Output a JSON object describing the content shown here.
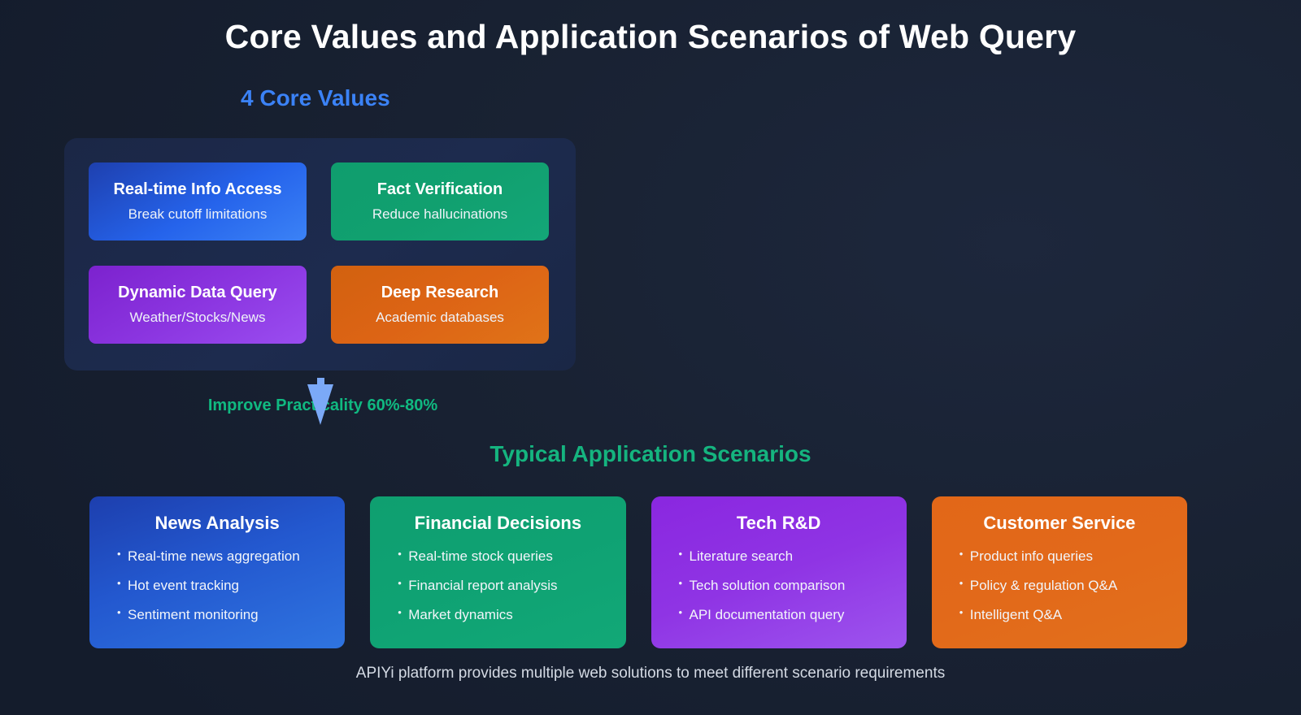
{
  "page": {
    "title": "Core Values and Application Scenarios of Web Query",
    "background_color": "#192233",
    "footer_note": "APIYi platform provides multiple web solutions to meet different scenario requirements"
  },
  "core_values_section": {
    "label": "4 Core Values",
    "label_color": "#3b82f6",
    "panel_color": "#1c2a4c",
    "cards": [
      {
        "title": "Real-time Info Access",
        "subtitle": "Break cutoff limitations",
        "color": "#2563eb",
        "theme": "blue"
      },
      {
        "title": "Fact Verification",
        "subtitle": "Reduce hallucinations",
        "color": "#11a06f",
        "theme": "green"
      },
      {
        "title": "Dynamic Data Query",
        "subtitle": "Weather/Stocks/News",
        "color": "#8b35e0",
        "theme": "purple"
      },
      {
        "title": "Deep Research",
        "subtitle": "Academic databases",
        "color": "#dd6415",
        "theme": "orange"
      }
    ]
  },
  "connector": {
    "arrow_icon": "arrow-down-icon",
    "arrow_color": "#7ba9f7",
    "note": "Improve Practicality 60%-80%",
    "note_color": "#10b981"
  },
  "scenarios_section": {
    "label": "Typical Application Scenarios",
    "label_color": "#15b47f",
    "cards": [
      {
        "title": "News Analysis",
        "color": "#2358cf",
        "theme": "blue",
        "items": [
          "Real-time news aggregation",
          "Hot event tracking",
          "Sentiment monitoring"
        ]
      },
      {
        "title": "Financial Decisions",
        "color": "#0fa273",
        "theme": "green",
        "items": [
          "Real-time stock queries",
          "Financial report analysis",
          "Market dynamics"
        ]
      },
      {
        "title": "Tech R&D",
        "color": "#8f34e4",
        "theme": "purple",
        "items": [
          "Literature search",
          "Tech solution comparison",
          "API documentation query"
        ]
      },
      {
        "title": "Customer Service",
        "color": "#e2691a",
        "theme": "orange",
        "items": [
          "Product info queries",
          "Policy & regulation Q&A",
          "Intelligent Q&A"
        ]
      }
    ]
  }
}
